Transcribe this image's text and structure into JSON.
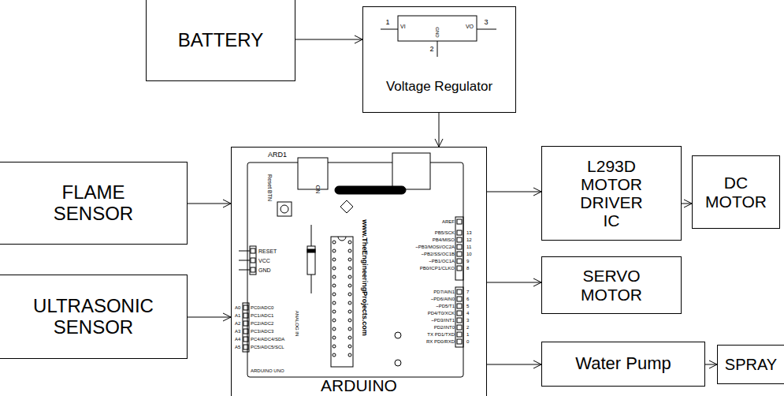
{
  "diagram": {
    "nodes": [
      {
        "text": [
          "BATTERY"
        ]
      },
      {
        "text": [
          "Voltage Regulator"
        ]
      },
      {
        "text": [
          "FLAME SENSOR"
        ]
      },
      {
        "text": [
          "ULTRASONIC SENSOR"
        ]
      },
      {
        "text": [
          "ARDUINO"
        ]
      },
      {
        "text": [
          "L293D MOTOR DRIVER IC"
        ]
      },
      {
        "text": [
          "DC MOTOR"
        ]
      },
      {
        "text": [
          "SERVO MOTOR"
        ]
      },
      {
        "text": [
          "Water Pump"
        ]
      },
      {
        "text": [
          "SPRAY"
        ]
      }
    ],
    "edges": [
      {
        "from": 0,
        "to": 1,
        "arrow": "to"
      },
      {
        "from": 1,
        "to": 4,
        "arrow": "to"
      },
      {
        "from": 2,
        "to": 4,
        "arrow": "to"
      },
      {
        "from": 3,
        "to": 4,
        "arrow": "to"
      },
      {
        "from": 4,
        "to": 5,
        "arrow": "to"
      },
      {
        "from": 5,
        "to": 6,
        "arrow": "to"
      },
      {
        "from": 4,
        "to": 7,
        "arrow": "to"
      },
      {
        "from": 4,
        "to": 8,
        "arrow": "to"
      },
      {
        "from": 8,
        "to": 9,
        "arrow": "to"
      }
    ],
    "labels": [
      "1",
      "VI",
      "VO",
      "3",
      "GND",
      "2",
      "ARD1",
      "Reset BTN",
      "ON",
      "www.TheEngineeringProjects.com",
      "AREF",
      "PB5/SCK",
      "PB4/MISO",
      "~PB3/MOSI/OC2A",
      "~PB2/SS/OC1B",
      "~PB1/OC1A",
      "PB0/ICP1/CLKO",
      "13",
      "12",
      "11",
      "10",
      "9",
      "8",
      "PD7/AIN1",
      "~PD6/AIN0",
      "~PD5/T1",
      "PD4/T0/XCK",
      "~PD3/INT1",
      "PD2/INT0",
      "TX PD1/TXD",
      "RX PD0/RXD",
      "7",
      "6",
      "5",
      "4",
      "3",
      "2",
      "1",
      "0",
      "RESET",
      "VCC",
      "GND",
      "A0",
      "A1",
      "A2",
      "A3",
      "A4",
      "A5",
      "PC0/ADC0",
      "PC1/ADC1",
      "PC2/ADC2",
      "PC3/ADC3",
      "PC4/ADC4/SDA",
      "PC5/ADC5/SCL",
      "ANALOG IN",
      "ARDUINO UNO"
    ]
  }
}
